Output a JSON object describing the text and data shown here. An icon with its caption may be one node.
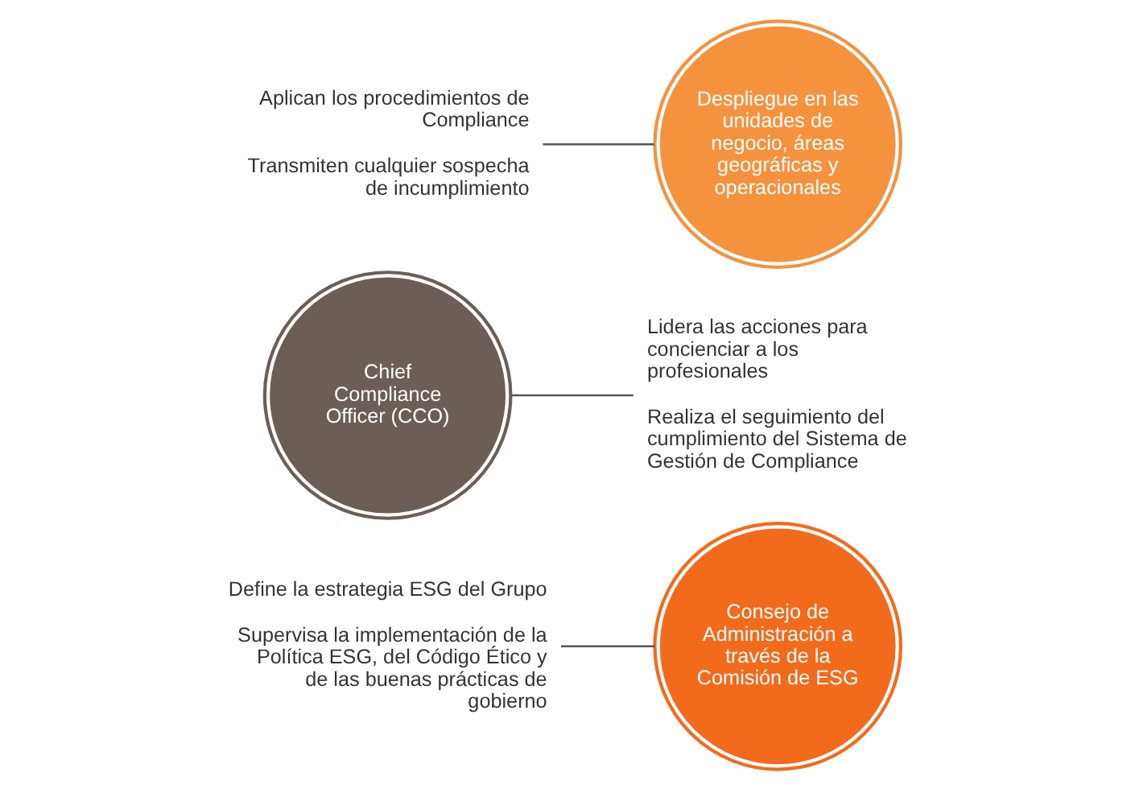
{
  "diagram": {
    "nodes": [
      {
        "text": [
          "Define la estrategia ESG del Grupo",
          "Supervisa la implementación de la Política ESG, del Código Ético y de las buenas prácticas de gobierno"
        ]
      },
      {
        "text": [
          "Consejo de Administración a través de la Comisión de ESG"
        ]
      },
      {
        "text": [
          "Chief Compliance Officer (CCO)"
        ]
      },
      {
        "text": [
          "Lidera las acciones para concienciar a los profesionales",
          "Realiza el seguimiento del cumplimiento del Sistema de Gestión de Compliance"
        ]
      },
      {
        "text": [
          "Aplican los procedimientos de Compliance",
          "Transmiten cualquier sospecha de incumplimiento"
        ]
      },
      {
        "text": [
          "Despliegue en las unidades de negocio, áreas geográficas y operacionales"
        ]
      }
    ],
    "edges": [
      {
        "from": 0,
        "to": 1,
        "arrow": "none"
      },
      {
        "from": 2,
        "to": 3,
        "arrow": "none"
      },
      {
        "from": 4,
        "to": 5,
        "arrow": "none"
      }
    ]
  }
}
